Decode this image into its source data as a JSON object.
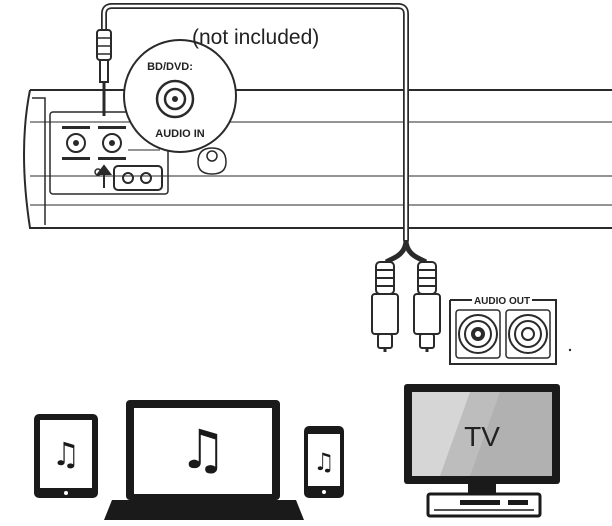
{
  "cable": {
    "note": "(not included)"
  },
  "soundbar": {
    "port_label_top": "BD/DVD:",
    "port_label_bottom": "AUDIO IN"
  },
  "tv_panel": {
    "label": "AUDIO OUT"
  },
  "tv": {
    "label": "TV"
  },
  "devices": [
    {
      "name": "tablet",
      "icon": "music-note-icon"
    },
    {
      "name": "laptop",
      "icon": "music-note-icon"
    },
    {
      "name": "phone",
      "icon": "music-note-icon"
    }
  ],
  "colors": {
    "line": "#2a2a2a",
    "fill_dark": "#1a1a1a",
    "screen_gray": "#bdbdbd"
  }
}
